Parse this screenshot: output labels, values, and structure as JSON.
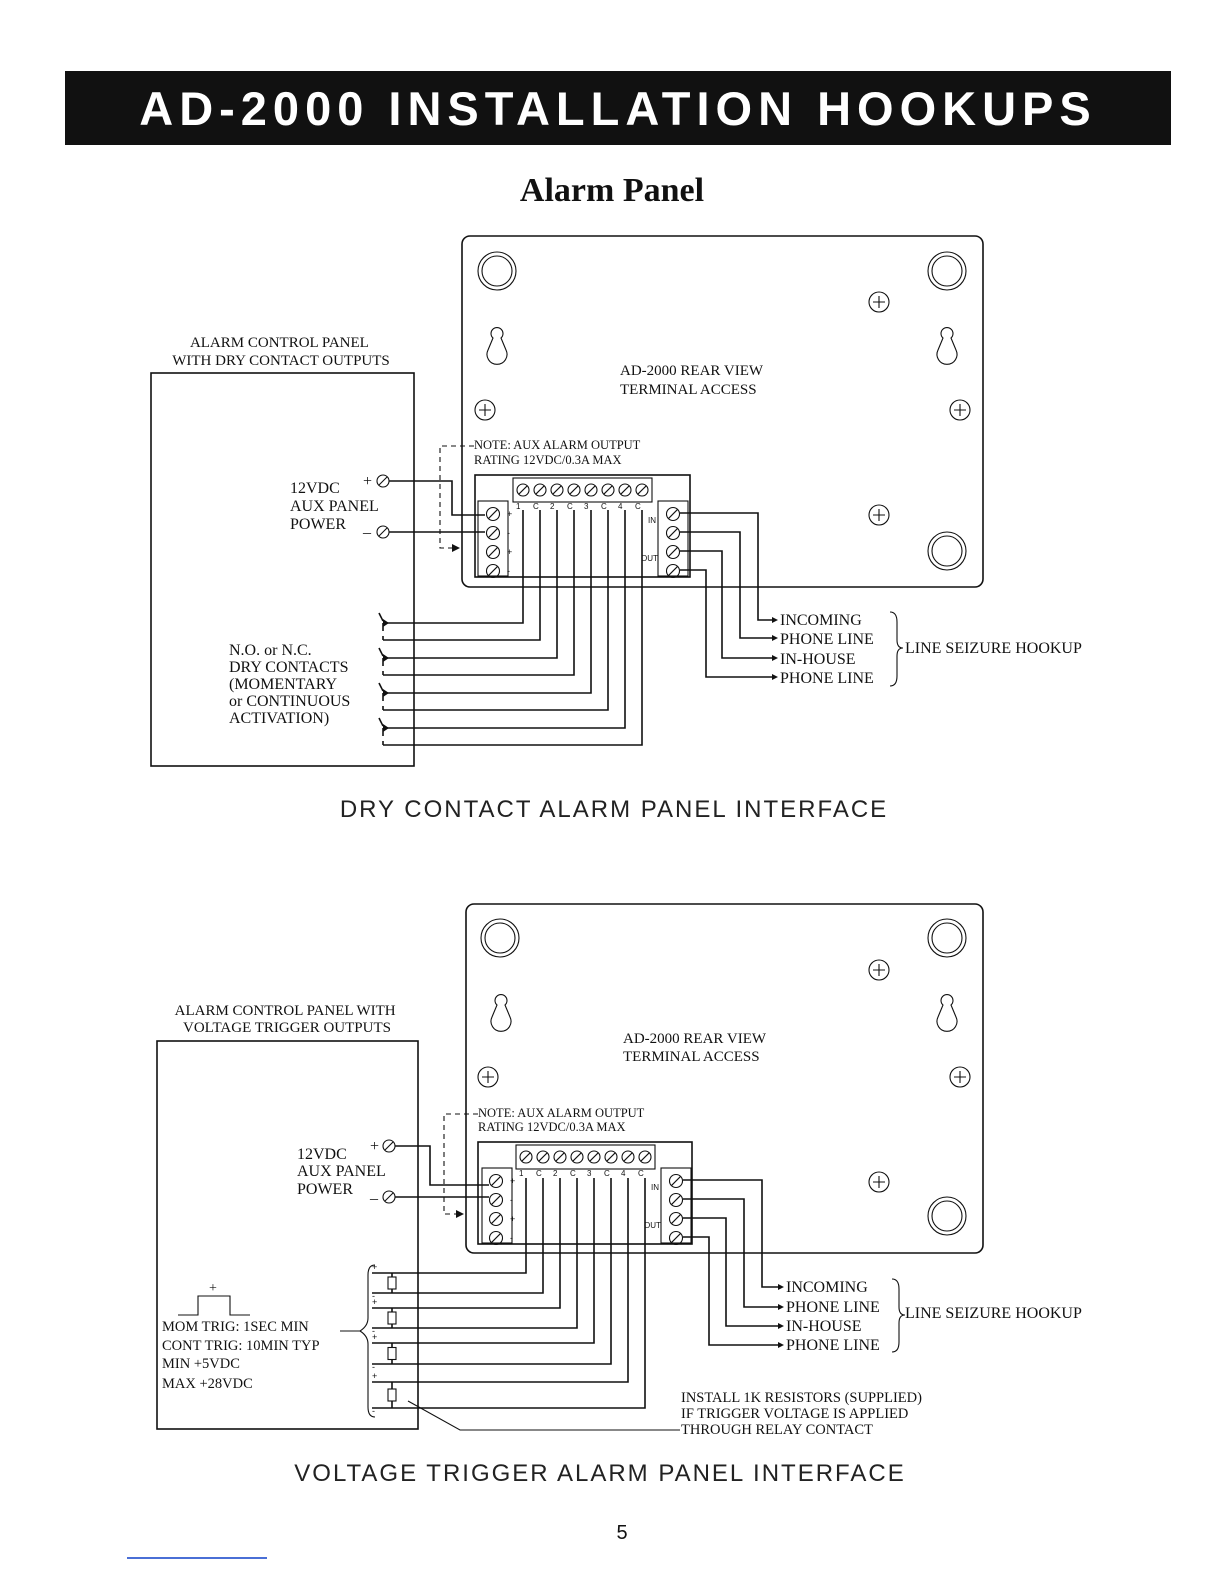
{
  "header": {
    "title": "AD-2000 INSTALLATION HOOKUPS",
    "subtitle": "Alarm Panel"
  },
  "diagram1": {
    "control_panel_label": [
      "ALARM CONTROL PANEL",
      "WITH DRY CONTACT OUTPUTS"
    ],
    "power_label": [
      "12VDC",
      "AUX PANEL",
      "POWER"
    ],
    "plus": "+",
    "minus": "_",
    "rear_view_label": [
      "AD-2000 REAR VIEW",
      "TERMINAL ACCESS"
    ],
    "note": [
      "NOTE: AUX ALARM OUTPUT",
      "RATING 12VDC/0.3A MAX"
    ],
    "contacts_label": [
      "N.O. or N.C.",
      "DRY CONTACTS",
      "(MOMENTARY",
      "or CONTINUOUS",
      "ACTIVATION)"
    ],
    "phone_labels": [
      "INCOMING",
      "PHONE LINE",
      "IN-HOUSE",
      "PHONE LINE"
    ],
    "seizure_label": "LINE SEIZURE HOOKUP",
    "caption": "DRY CONTACT ALARM PANEL INTERFACE"
  },
  "diagram2": {
    "control_panel_label": [
      "ALARM CONTROL PANEL WITH",
      "VOLTAGE TRIGGER OUTPUTS"
    ],
    "power_label": [
      "12VDC",
      "AUX PANEL",
      "POWER"
    ],
    "plus": "+",
    "minus": "_",
    "rear_view_label": [
      "AD-2000 REAR VIEW",
      "TERMINAL ACCESS"
    ],
    "note": [
      "NOTE: AUX ALARM OUTPUT",
      "RATING 12VDC/0.3A MAX"
    ],
    "trigger_label": [
      "MOM TRIG: 1SEC MIN",
      "CONT TRIG: 10MIN TYP",
      "MIN +5VDC",
      "MAX +28VDC"
    ],
    "pulse_plus": "+",
    "phone_labels": [
      "INCOMING",
      "PHONE LINE",
      "IN-HOUSE",
      "PHONE LINE"
    ],
    "seizure_label": "LINE SEIZURE HOOKUP",
    "resistor_note": [
      "INSTALL 1K RESISTORS (SUPPLIED)",
      "IF TRIGGER VOLTAGE IS APPLIED",
      "THROUGH RELAY CONTACT"
    ],
    "caption": "VOLTAGE TRIGGER ALARM PANEL INTERFACE"
  },
  "terminal_labels": {
    "left_block": [
      "+",
      "-",
      "+",
      "-"
    ],
    "top_strip": [
      "1",
      "C",
      "2",
      "C",
      "3",
      "C",
      "4",
      "C"
    ],
    "right_block": [
      "IN",
      "OUT"
    ]
  },
  "page_number": "5"
}
